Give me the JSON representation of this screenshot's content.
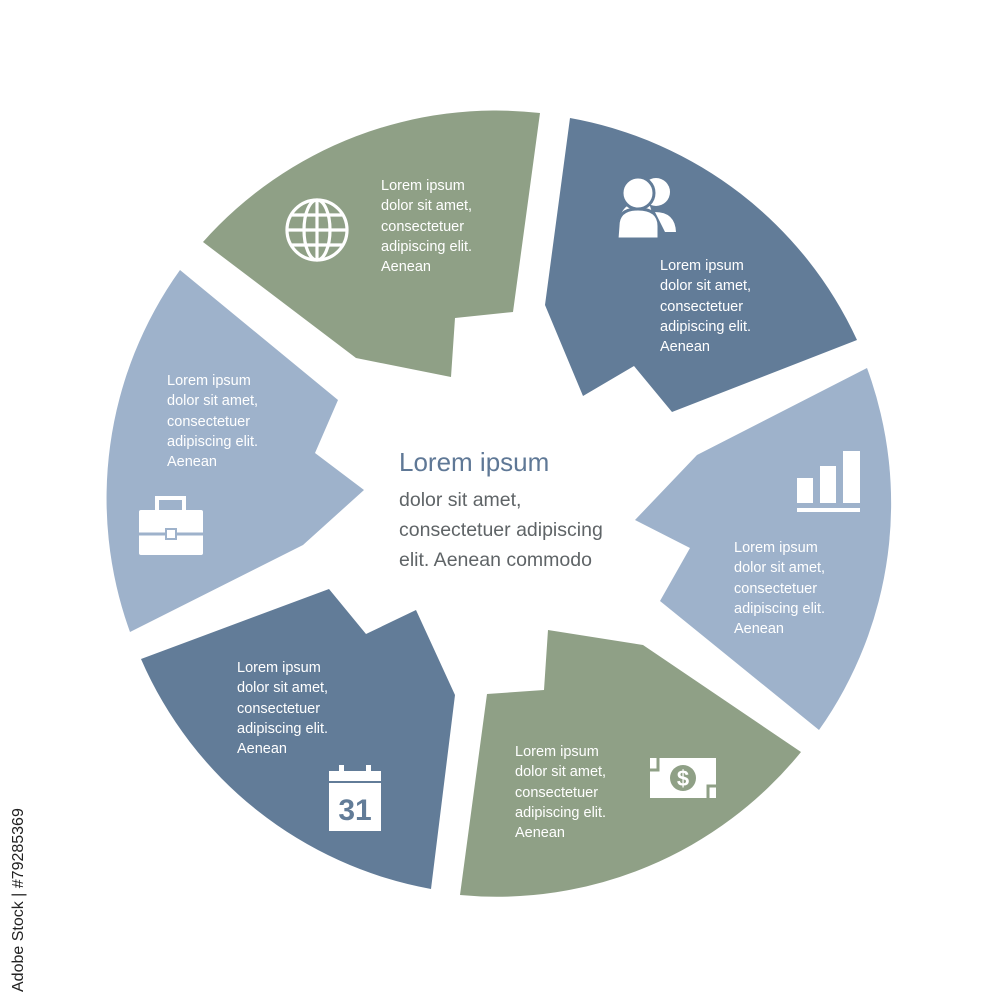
{
  "colors": {
    "green": "#8fa086",
    "dark_blue": "#627c98",
    "light_blue": "#9eb2cb",
    "center_title": "#5f7896",
    "center_body": "#5f6467",
    "icon": "#ffffff"
  },
  "center": {
    "title": "Lorem ipsum",
    "body": "dolor sit amet,\nconsectetuer adipiscing\nelit. Aenean commodo"
  },
  "segments": [
    {
      "id": "top",
      "color": "green",
      "icon": "globe-icon",
      "text": "Lorem ipsum\ndolor sit amet,\nconsectetuer\nadipiscing elit.\nAenean"
    },
    {
      "id": "upper-right",
      "color": "dark_blue",
      "icon": "users-icon",
      "text": "Lorem ipsum\ndolor sit amet,\nconsectetuer\nadipiscing elit.\nAenean"
    },
    {
      "id": "right",
      "color": "light_blue",
      "icon": "bar-chart-icon",
      "text": "Lorem ipsum\ndolor sit amet,\nconsectetuer\nadipiscing elit.\nAenean"
    },
    {
      "id": "lower-right",
      "color": "green",
      "icon": "money-icon",
      "text": "Lorem ipsum\ndolor sit amet,\nconsectetuer\nadipiscing elit.\nAenean"
    },
    {
      "id": "lower-left",
      "color": "dark_blue",
      "icon": "calendar-icon",
      "text": "Lorem ipsum\ndolor sit amet,\nconsectetuer\nadipiscing elit.\nAenean",
      "icon_text": "31"
    },
    {
      "id": "left",
      "color": "light_blue",
      "icon": "briefcase-icon",
      "text": "Lorem ipsum\ndolor sit amet,\nconsectetuer\nadipiscing elit.\nAenean"
    }
  ],
  "stock_id": "Adobe Stock | #79285369"
}
